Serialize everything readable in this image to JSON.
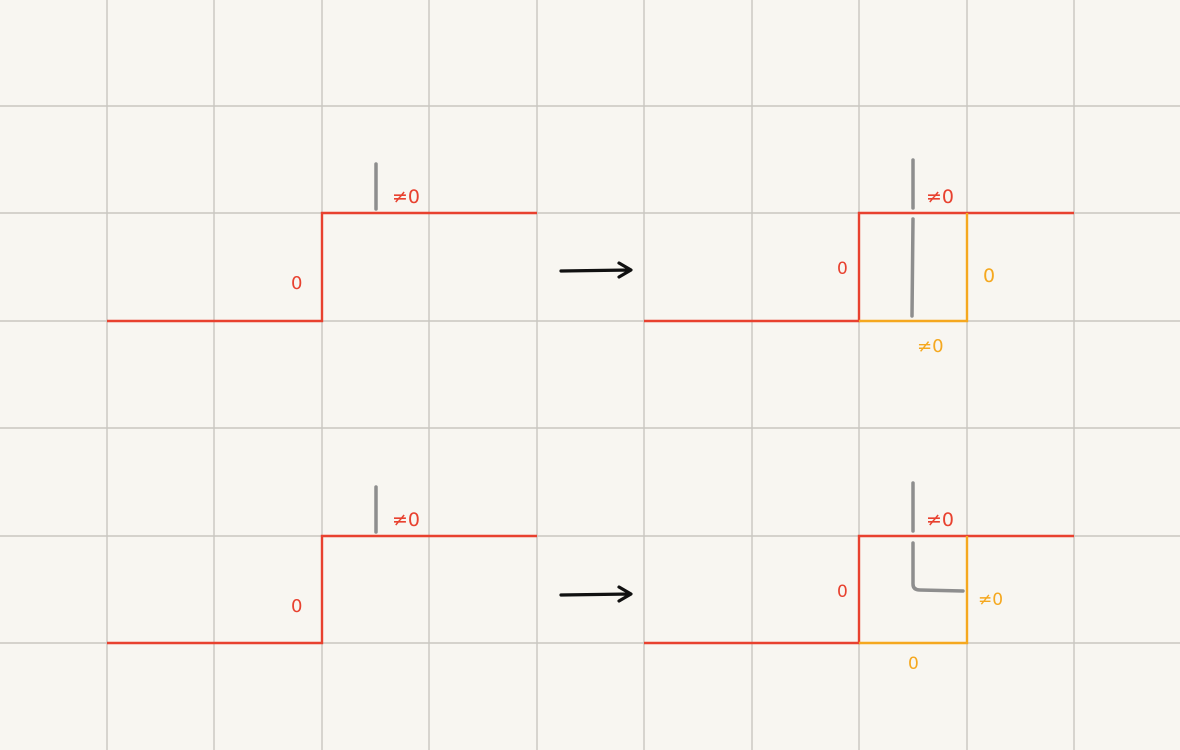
{
  "colors": {
    "paper": "#f8f6f1",
    "grid": "#c9c6c0",
    "red": "#e8412f",
    "orange": "#f5a81f",
    "gray": "#8e8e8e",
    "arrow": "#111111"
  },
  "top_row": {
    "left": {
      "label_zero": "0",
      "label_nonzero": "≠0"
    },
    "arrow": "→",
    "right": {
      "label_red_zero": "0",
      "label_red_nonzero": "≠0",
      "label_orange_zero": "0",
      "label_orange_nonzero": "≠0"
    }
  },
  "bottom_row": {
    "left": {
      "label_zero": "0",
      "label_nonzero": "≠0"
    },
    "arrow": "→",
    "right": {
      "label_red_zero": "0",
      "label_red_nonzero": "≠0",
      "label_orange_zero": "0",
      "label_orange_nonzero": "≠0"
    }
  }
}
